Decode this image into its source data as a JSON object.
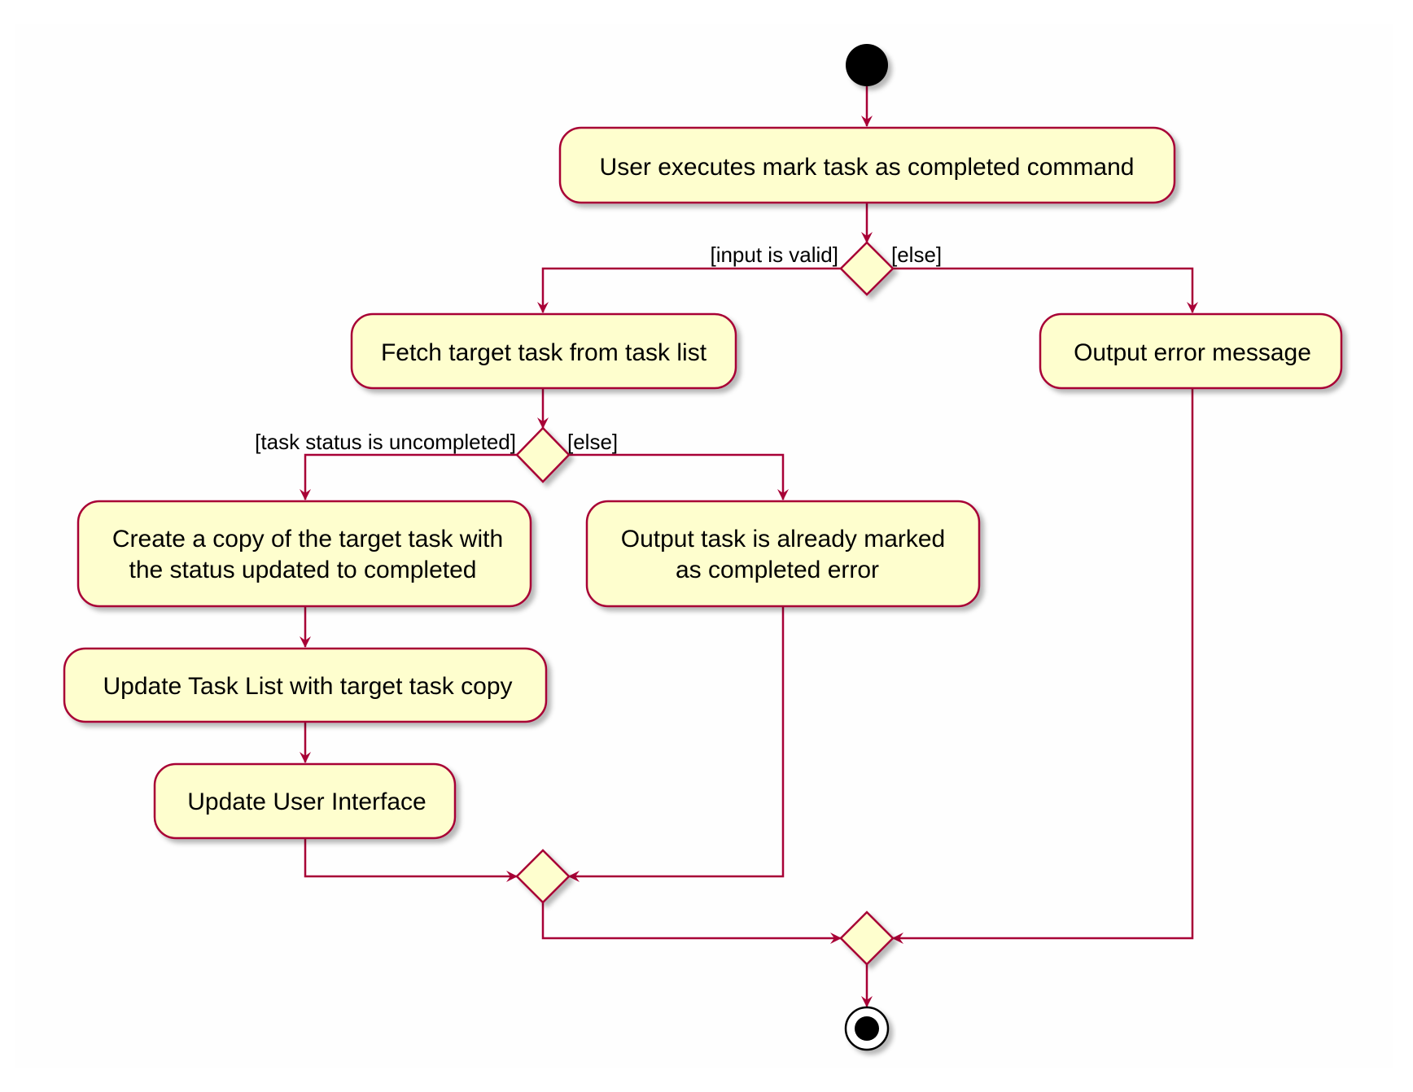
{
  "diagram": {
    "type": "UML activity diagram",
    "colors": {
      "action_fill": "#FEFECE",
      "border": "#A80036",
      "start_fill": "#000000",
      "text": "#000000"
    },
    "actions": {
      "execute": "User executes mark task as completed command",
      "fetch": "Fetch target task from task list",
      "error_message": "Output error message",
      "copy_line1": "Create a copy of the target task with",
      "copy_line2": "the status updated to completed",
      "already_line1": "Output task is already marked",
      "already_line2": "as completed error",
      "update_list": "Update Task List with target task copy",
      "update_ui": "Update User Interface"
    },
    "guards": {
      "input_valid": "[input is valid]",
      "input_else": "[else]",
      "status_uncompleted": "[task status is uncompleted]",
      "status_else": "[else]"
    }
  }
}
